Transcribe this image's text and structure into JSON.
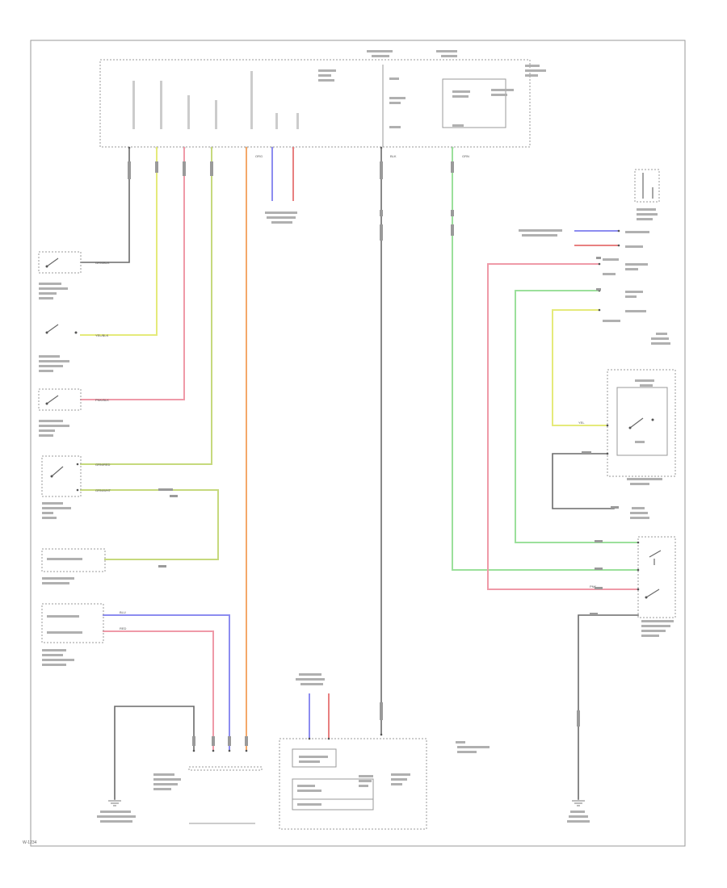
{
  "diagram": {
    "page_code": "W-1234",
    "wire_labels": {
      "grn_blk": "GRN/BLK",
      "yel_blk": "YEL/BLK",
      "pnk_blk": "PNK/BLK",
      "grn_red": "GRN/RED",
      "grn_wht": "GRN/WHT",
      "blu": "BLU",
      "red": "RED",
      "blk": "BLK",
      "org": "ORG",
      "pnk": "PNK",
      "grn": "GRN",
      "yel": "YEL"
    }
  }
}
